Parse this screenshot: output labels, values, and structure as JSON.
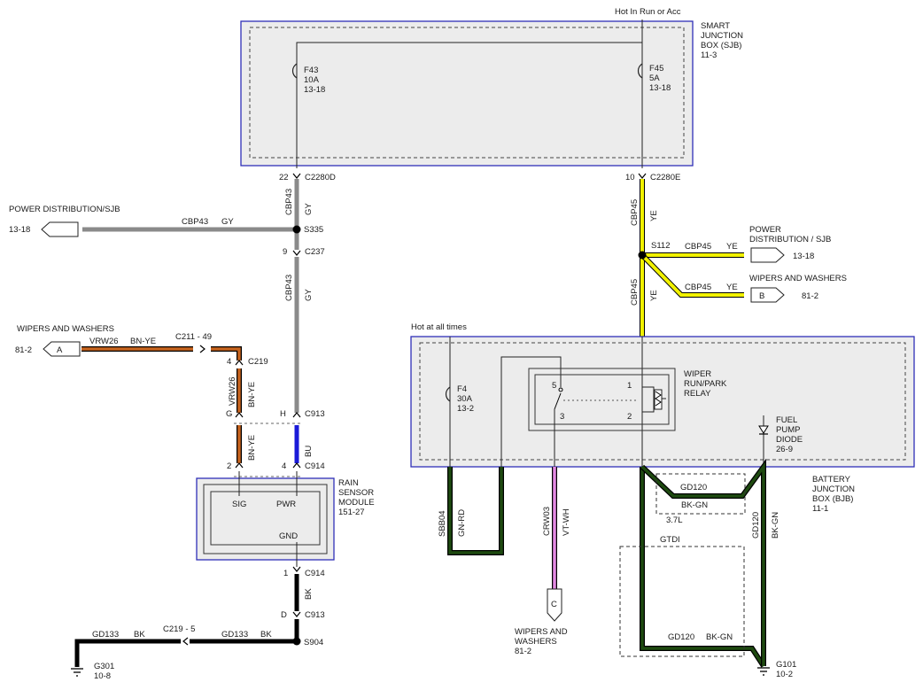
{
  "sjb": {
    "hot_label": "Hot In Run or Acc",
    "name_lines": [
      "SMART",
      "JUNCTION",
      "BOX (SJB)",
      "11-3"
    ],
    "f43_lines": [
      "F43",
      "10A",
      "13-18"
    ],
    "f45_lines": [
      "F45",
      "5A",
      "13-18"
    ],
    "pin_22": "22",
    "conn_c2280d": "C2280D",
    "pin_10": "10",
    "conn_c2280e": "C2280E"
  },
  "left_circuit": {
    "cbp43_vertical": "CBP43",
    "gy": "GY",
    "s335": "S335",
    "power_dist_title": "POWER DISTRIBUTION/SJB",
    "power_dist_ref": "13-18",
    "cbp43_h": "CBP43",
    "gy_h": "GY",
    "pin_9": "9",
    "c237": "C237",
    "cbp43_vertical_2": "CBP43",
    "gy_2": "GY",
    "wipers_title": "WIPERS AND WASHERS",
    "wipers_ref": "81-2",
    "wipers_tag": "A",
    "vrw26": "VRW26",
    "bn_ye": "BN-YE",
    "c211": "C211 -  49",
    "pin_4": "4",
    "c219": "C219",
    "vrw26_v": "VRW26",
    "bn_ye_v": "BN-YE",
    "pin_g": "G",
    "pin_h": "H",
    "c913": "C913",
    "bn_ye_v2": "BN-YE",
    "bu": "BU",
    "pin_2": "2",
    "pin_4b": "4",
    "c914": "C914"
  },
  "rain_sensor": {
    "name_lines": [
      "RAIN",
      "SENSOR",
      "MODULE",
      "151-27"
    ],
    "sig": "SIG",
    "pwr": "PWR",
    "gnd": "GND"
  },
  "ground_left": {
    "pin_1": "1",
    "c914": "C914",
    "bk": "BK",
    "pin_d": "D",
    "c913": "C913",
    "s904": "S904",
    "gd133_a": "GD133",
    "bk_a": "BK",
    "c219_5": "C219 - 5",
    "gd133_b": "GD133",
    "bk_b": "BK",
    "g301": "G301",
    "g301_ref": "10-8"
  },
  "right_circuit": {
    "cbp45_v": "CBP45",
    "ye_v": "YE",
    "s112": "S112",
    "cbp45_a": "CBP45",
    "ye_a": "YE",
    "power_dist_lines": [
      "POWER",
      "DISTRIBUTION / SJB"
    ],
    "power_dist_ref": "13-18",
    "cbp45_b": "CBP45",
    "ye_b": "YE",
    "wipers_title": "WIPERS AND WASHERS",
    "wipers_tag": "B",
    "wipers_ref": "81-2",
    "cbp45_v2": "CBP45",
    "ye_v2": "YE"
  },
  "bjb": {
    "hot_label": "Hot at all times",
    "f4_lines": [
      "F4",
      "30A",
      "13-2"
    ],
    "relay_lines": [
      "WIPER",
      "RUN/PARK",
      "RELAY"
    ],
    "pin_5": "5",
    "pin_1": "1",
    "pin_3": "3",
    "pin_2": "2",
    "diode_lines": [
      "FUEL",
      "PUMP",
      "DIODE",
      "26-9"
    ],
    "name_lines": [
      "BATTERY",
      "JUNCTION",
      "BOX (BJB)",
      "11-1"
    ]
  },
  "bottom_right": {
    "sbb04": "SBB04",
    "gn_rd": "GN-RD",
    "crw03": "CRW03",
    "vt_wh": "VT-WH",
    "wipers_tag": "C",
    "wipers_lines": [
      "WIPERS AND",
      "WASHERS",
      "81-2"
    ],
    "gd120_top": "GD120",
    "bk_gn_top": "BK-GN",
    "engine_37": "3.7L",
    "gtdi": "GTDI",
    "gd120_v": "GD120",
    "bk_gn_v": "BK-GN",
    "gd120_bot": "GD120",
    "bk_gn_bot": "BK-GN",
    "g101": "G101",
    "g101_ref": "10-2"
  },
  "colors": {
    "gray_wire": "#8a8a8a",
    "yellow_wire": "#f2f200",
    "orange_wire": "#c8641e",
    "blue_wire": "#1a1ad8",
    "black_wire": "#000000",
    "green_wire": "#1e4a10",
    "violet_wire": "#e48ae4",
    "box_border": "#2f2fb8",
    "box_fill": "#ececec"
  }
}
